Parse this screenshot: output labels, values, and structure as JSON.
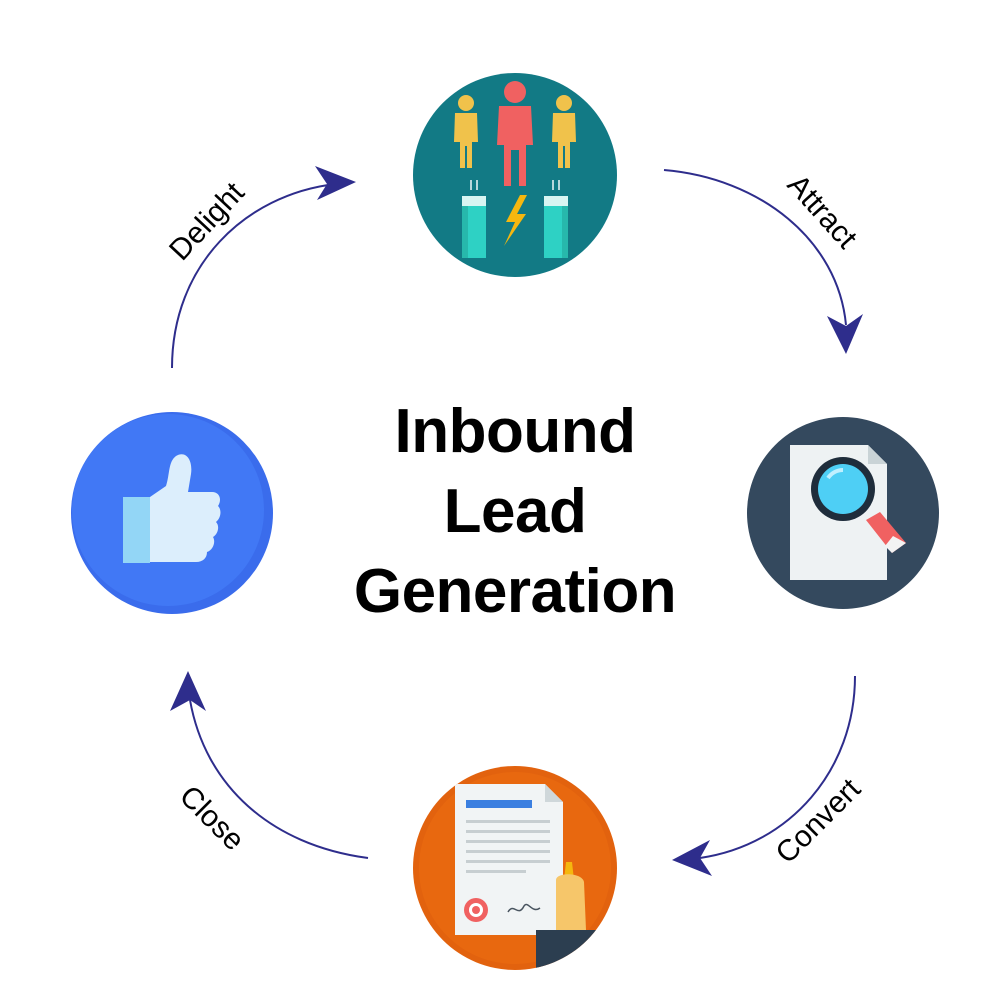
{
  "title": {
    "line1": "Inbound",
    "line2": "Lead",
    "line3": "Generation"
  },
  "stages": {
    "attract": "Attract",
    "convert": "Convert",
    "close": "Close",
    "delight": "Delight"
  },
  "colors": {
    "arrow": "#2e2d8c",
    "attract_circle": "#127a85",
    "convert_circle": "#34495e",
    "close_circle": "#e2620e",
    "delight_circle": "#4178f5",
    "person_main": "#f06161",
    "person_side": "#f0c24b",
    "magnet": "#2ed1c4",
    "lightning": "#f5b70f",
    "magnifier_lens": "#4ecff5",
    "thumb": "#dceefc"
  },
  "icons": {
    "attract": "magnet-people-icon",
    "convert": "document-search-icon",
    "close": "signed-contract-icon",
    "delight": "thumbs-up-icon"
  }
}
